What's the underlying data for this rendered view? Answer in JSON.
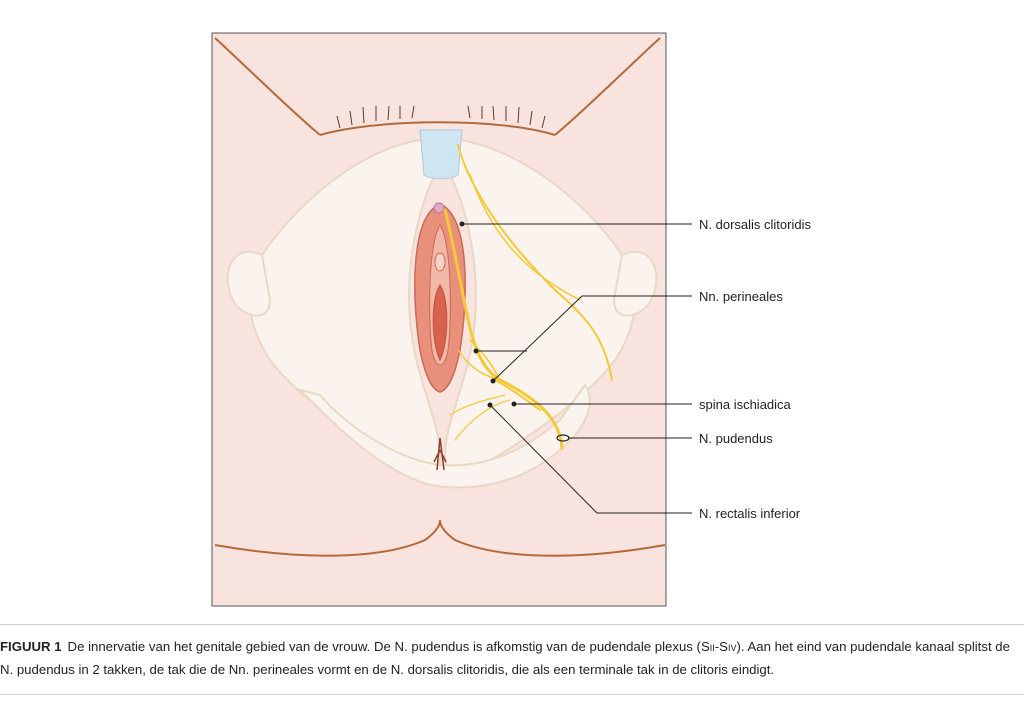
{
  "labels": {
    "dorsalis": "N. dorsalis clitoridis",
    "perineales": "Nn. perineales",
    "spina": "spina ischiadica",
    "pudendus": "N. pudendus",
    "rectalis": "N. rectalis inferior"
  },
  "caption": {
    "figure_number": "FIGUUR 1",
    "text_before_range": "De innervatie van het genitale gebied van de vrouw. De N. pudendus is afkomstig van de pudendale plexus (S",
    "range_a": "II",
    "range_sep": "-S",
    "range_b": "IV",
    "text_after_range": "). Aan het eind van pudendale kanaal splitst de N. pudendus in 2 takken, de tak die de Nn. perineales vormt en de N. dorsalis clitoridis, die als een terminale tak in de clitoris eindigt."
  },
  "colors": {
    "skin": "#f9e3df",
    "skin_outline": "#b36a3a",
    "pelvis": "#fbf3ee",
    "pelvis_outline": "#e8d8c4",
    "nerve": "#f5c935",
    "symphysis": "#cfe6f2",
    "vulva": "#e9907c",
    "leader": "#222222"
  }
}
